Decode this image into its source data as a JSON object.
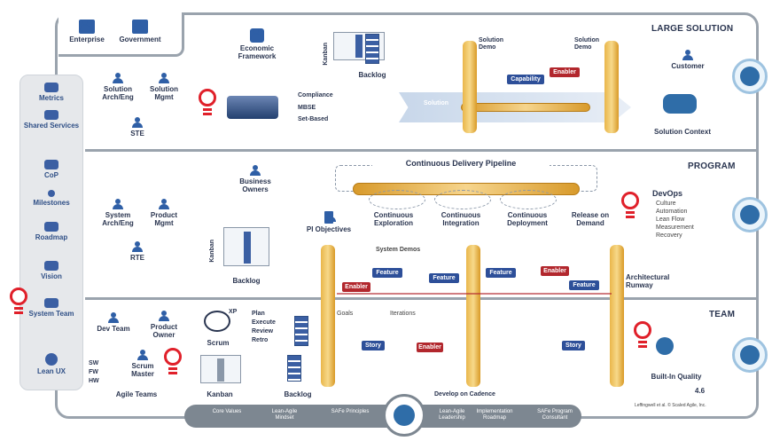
{
  "bands": {
    "large_solution": "LARGE SOLUTION",
    "program": "PROGRAM",
    "team": "TEAM"
  },
  "top_tabs": [
    "Enterprise",
    "Government"
  ],
  "sidebar": [
    "Metrics",
    "Shared Services",
    "CoP",
    "Milestones",
    "Roadmap",
    "Vision",
    "System Team",
    "Lean UX"
  ],
  "large_solution": {
    "roles": [
      "Solution Arch/Eng",
      "Solution Mgmt",
      "STE"
    ],
    "economic_framework": "Economic Framework",
    "compliance_items": [
      "Compliance",
      "MBSE",
      "Set-Based"
    ],
    "backlog": "Backlog",
    "kanban": "Kanban",
    "solution_demo_1": "Solution Demo",
    "solution_demo_2": "Solution Demo",
    "capability": "Capability",
    "enabler": "Enabler",
    "customer": "Customer",
    "solution_context": "Solution Context",
    "solution": "Solution"
  },
  "program": {
    "roles": [
      "System Arch/Eng",
      "Product Mgmt",
      "RTE"
    ],
    "business_owners": "Business Owners",
    "pi_objectives": "PI Objectives",
    "backlog": "Backlog",
    "kanban": "Kanban",
    "cdp_title": "Continuous Delivery Pipeline",
    "cdp_steps": [
      "Continuous Exploration",
      "Continuous Integration",
      "Continuous Deployment",
      "Release on Demand"
    ],
    "devops_title": "DevOps",
    "devops_items": [
      "Culture",
      "Automation",
      "Lean Flow",
      "Measurement",
      "Recovery"
    ],
    "system_demos": "System Demos",
    "features": [
      "Feature",
      "Feature",
      "Feature",
      "Feature"
    ],
    "enablers": [
      "Enabler",
      "Enabler"
    ],
    "architectural_runway": "Architectural Runway"
  },
  "team": {
    "dev_team": "Dev Team",
    "product_owner": "Product Owner",
    "scrum_master": "Scrum Master",
    "agile_teams": "Agile Teams",
    "xp": "XP",
    "scrum": "Scrum",
    "kanban": "Kanban",
    "backlog": "Backlog",
    "practices": [
      "Plan",
      "Execute",
      "Review",
      "Retro"
    ],
    "xp_mix": [
      "SW",
      "FW",
      "HW"
    ],
    "stories": [
      "Story",
      "Enabler",
      "Story"
    ],
    "goals": "Goals",
    "iterations": "Iterations",
    "built_in_quality": "Built-In Quality",
    "develop_on_cadence": "Develop on Cadence",
    "version": "4.6",
    "copyright": "Leffingwell et al. © Scaled Agile, Inc."
  },
  "bottom_bar": [
    "Core Values",
    "Lean-Agile Mindset",
    "SAFe Principles",
    "Implementation Roadmap",
    "Lean-Agile Leadership",
    "SAFe Program Consultant"
  ],
  "colors": {
    "accent": "#2d4f99",
    "enabler": "#b2272d",
    "gold": "#e9b64a",
    "bulb": "#e0202a",
    "frame": "#9aa3ad"
  }
}
